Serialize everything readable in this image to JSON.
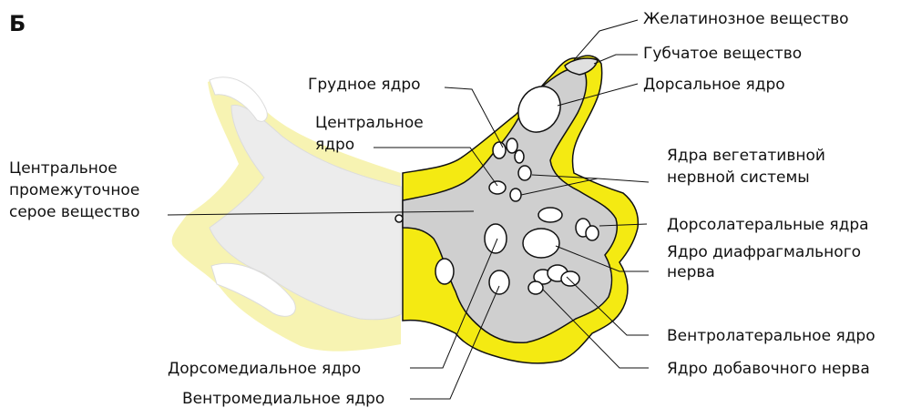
{
  "panel_letter": "Б",
  "labels": {
    "gelatinous": "Желатинозное вещество",
    "spongy": "Губчатое вещество",
    "dorsal_nucleus": "Дорсальное ядро",
    "thoracic_nucleus": "Грудное ядро",
    "central_nucleus_1": "Центральное",
    "central_nucleus_2": "ядро",
    "autonomic_1": "Ядра вегетативной",
    "autonomic_2": "нервной системы",
    "central_intermediate_1": "Центральное",
    "central_intermediate_2": "промежуточное",
    "central_intermediate_3": "серое вещество",
    "dorsolateral": "Дорсолатеральные ядра",
    "phrenic_1": "Ядро диафрагмального",
    "phrenic_2": "нерва",
    "ventrolateral": "Вентролатеральное ядро",
    "accessory": "Ядро добавочного нерва",
    "dorsomedial": "Дорсомедиальное ядро",
    "ventromedial": "Вентромедиальное ядро"
  },
  "colors": {
    "white_matter": "#f4ea12",
    "grey_matter": "#cfcfcf",
    "nuclei": "#ffffff",
    "outline": "#111111"
  }
}
